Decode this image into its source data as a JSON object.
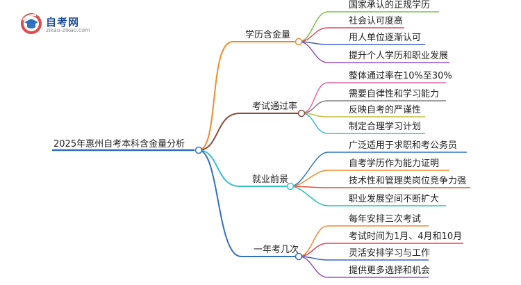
{
  "logo": {
    "title": "自考网",
    "url": "zikao-zikao.com",
    "mark_icon": "graduation-cap-icon"
  },
  "root": "2025年惠州自考本科含金量分析",
  "branches": [
    {
      "label": "学历含金量",
      "color": "#f08a2b",
      "children": [
        {
          "label": "国家承认的正规学历",
          "color": "#7cc243"
        },
        {
          "label": "社会认可度高",
          "color": "#e0455b"
        },
        {
          "label": "用人单位逐渐认可",
          "color": "#3a62c9"
        },
        {
          "label": "提升个人学历和职业发展",
          "color": "#9b4fc2"
        }
      ]
    },
    {
      "label": "考试通过率",
      "color": "#8b4b3a",
      "children": [
        {
          "label": "整体通过率在10%至30%",
          "color": "#e8609b"
        },
        {
          "label": "需要自律性和学习能力",
          "color": "#7e7e7e"
        },
        {
          "label": "反映自考的严谨性",
          "color": "#bdbe3b"
        },
        {
          "label": "制定合理学习计划",
          "color": "#3fb8c8"
        }
      ]
    },
    {
      "label": "就业前景",
      "color": "#36c0cf",
      "children": [
        {
          "label": "广泛适用于求职和考公务员",
          "color": "#2f72c7"
        },
        {
          "label": "自考学历作为能力证明",
          "color": "#f08a2b"
        },
        {
          "label": "技术性和管理类岗位竞争力强",
          "color": "#ec4a3a"
        },
        {
          "label": "职业发展空间不断扩大",
          "color": "#25c1b0"
        }
      ]
    },
    {
      "label": "一年考几次",
      "color": "#2f6fbf",
      "children": [
        {
          "label": "每年安排三次考试",
          "color": "#f08a2b"
        },
        {
          "label": "考试时间为1月、4月和10月",
          "color": "#e0455b"
        },
        {
          "label": "灵活安排学习与工作",
          "color": "#3a62c9"
        },
        {
          "label": "提供更多选择和机会",
          "color": "#9b4fc2"
        }
      ]
    }
  ]
}
